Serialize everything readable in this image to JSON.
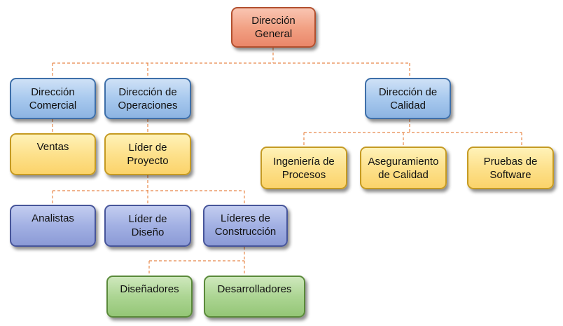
{
  "nodes": {
    "direccion_general": "Dirección\nGeneral",
    "direccion_comercial": "Dirección\nComercial",
    "direccion_operaciones": "Dirección de\nOperaciones",
    "direccion_calidad": "Dirección de\nCalidad",
    "ventas": "Ventas",
    "lider_proyecto": "Líder de\nProyecto",
    "ingenieria_procesos": "Ingeniería de\nProcesos",
    "aseguramiento_calidad": "Aseguramiento\nde Calidad",
    "pruebas_software": "Pruebas de\nSoftware",
    "analistas": "Analistas",
    "lider_diseno": "Líder de\nDiseño",
    "lideres_construccion": "Líderes de\nConstrucción",
    "disenadores": "Diseñadores",
    "desarrolladores": "Desarrolladores"
  },
  "colors": {
    "connector": "#e8884a"
  }
}
